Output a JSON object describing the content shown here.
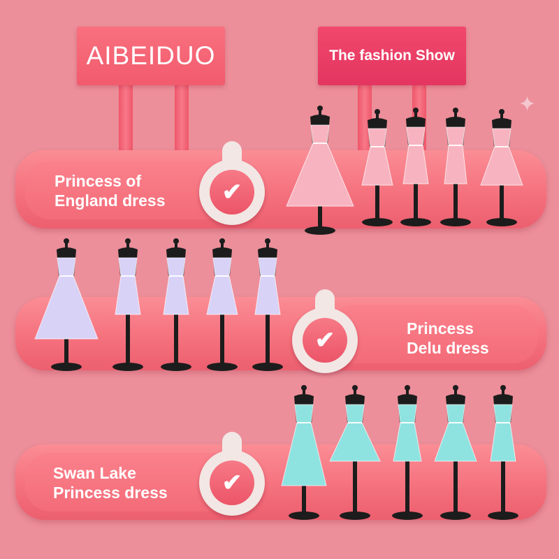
{
  "brand": {
    "name": "AIBEIDUO"
  },
  "show": {
    "title": "The fashion Show"
  },
  "rows": [
    {
      "label": "Princess of\nEngland dress",
      "check_icon": "checkmark-icon",
      "dress_color": "#f7b4c0"
    },
    {
      "label": "Princess\nDelu dress",
      "check_icon": "checkmark-icon",
      "dress_color": "#d9d2f7"
    },
    {
      "label": "Swan Lake\nPrincess dress",
      "check_icon": "checkmark-icon",
      "dress_color": "#8ee3e0"
    }
  ],
  "colors": {
    "background": "#ec8f9a",
    "bar": "#f46f7c",
    "sign_brand": "#f25b6d",
    "sign_show": "#e33560",
    "check_bg": "#f2e7e4"
  }
}
